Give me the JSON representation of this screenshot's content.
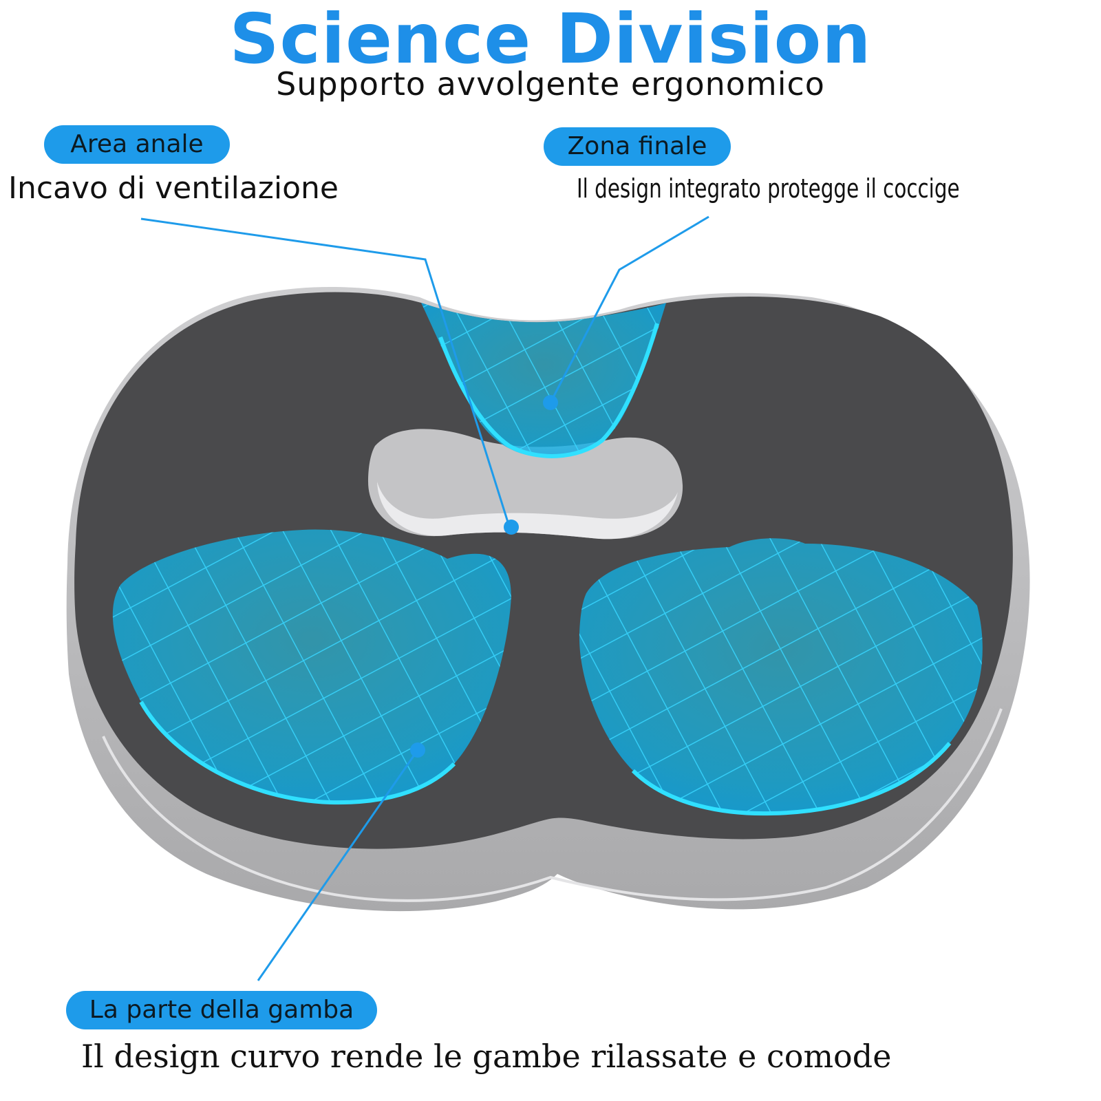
{
  "header": {
    "title": "Science Division",
    "subtitle": "Supporto avvolgente ergonomico"
  },
  "callouts": {
    "anal": {
      "tag": "Area anale",
      "text": "Incavo di ventilazione"
    },
    "tail": {
      "tag": "Zona finale",
      "text": "Il design integrato protegge il coccige"
    },
    "leg": {
      "tag": "La parte della gamba",
      "text": "Il design curvo rende le gambe rilassate e comode"
    }
  },
  "colors": {
    "accent": "#1e9bea",
    "title": "#1e8fe8",
    "cushion_top": "#4a4a4c",
    "cushion_side": "#b9b9bb",
    "hole": "#c4c4c6",
    "gel": "#18c8f0"
  }
}
